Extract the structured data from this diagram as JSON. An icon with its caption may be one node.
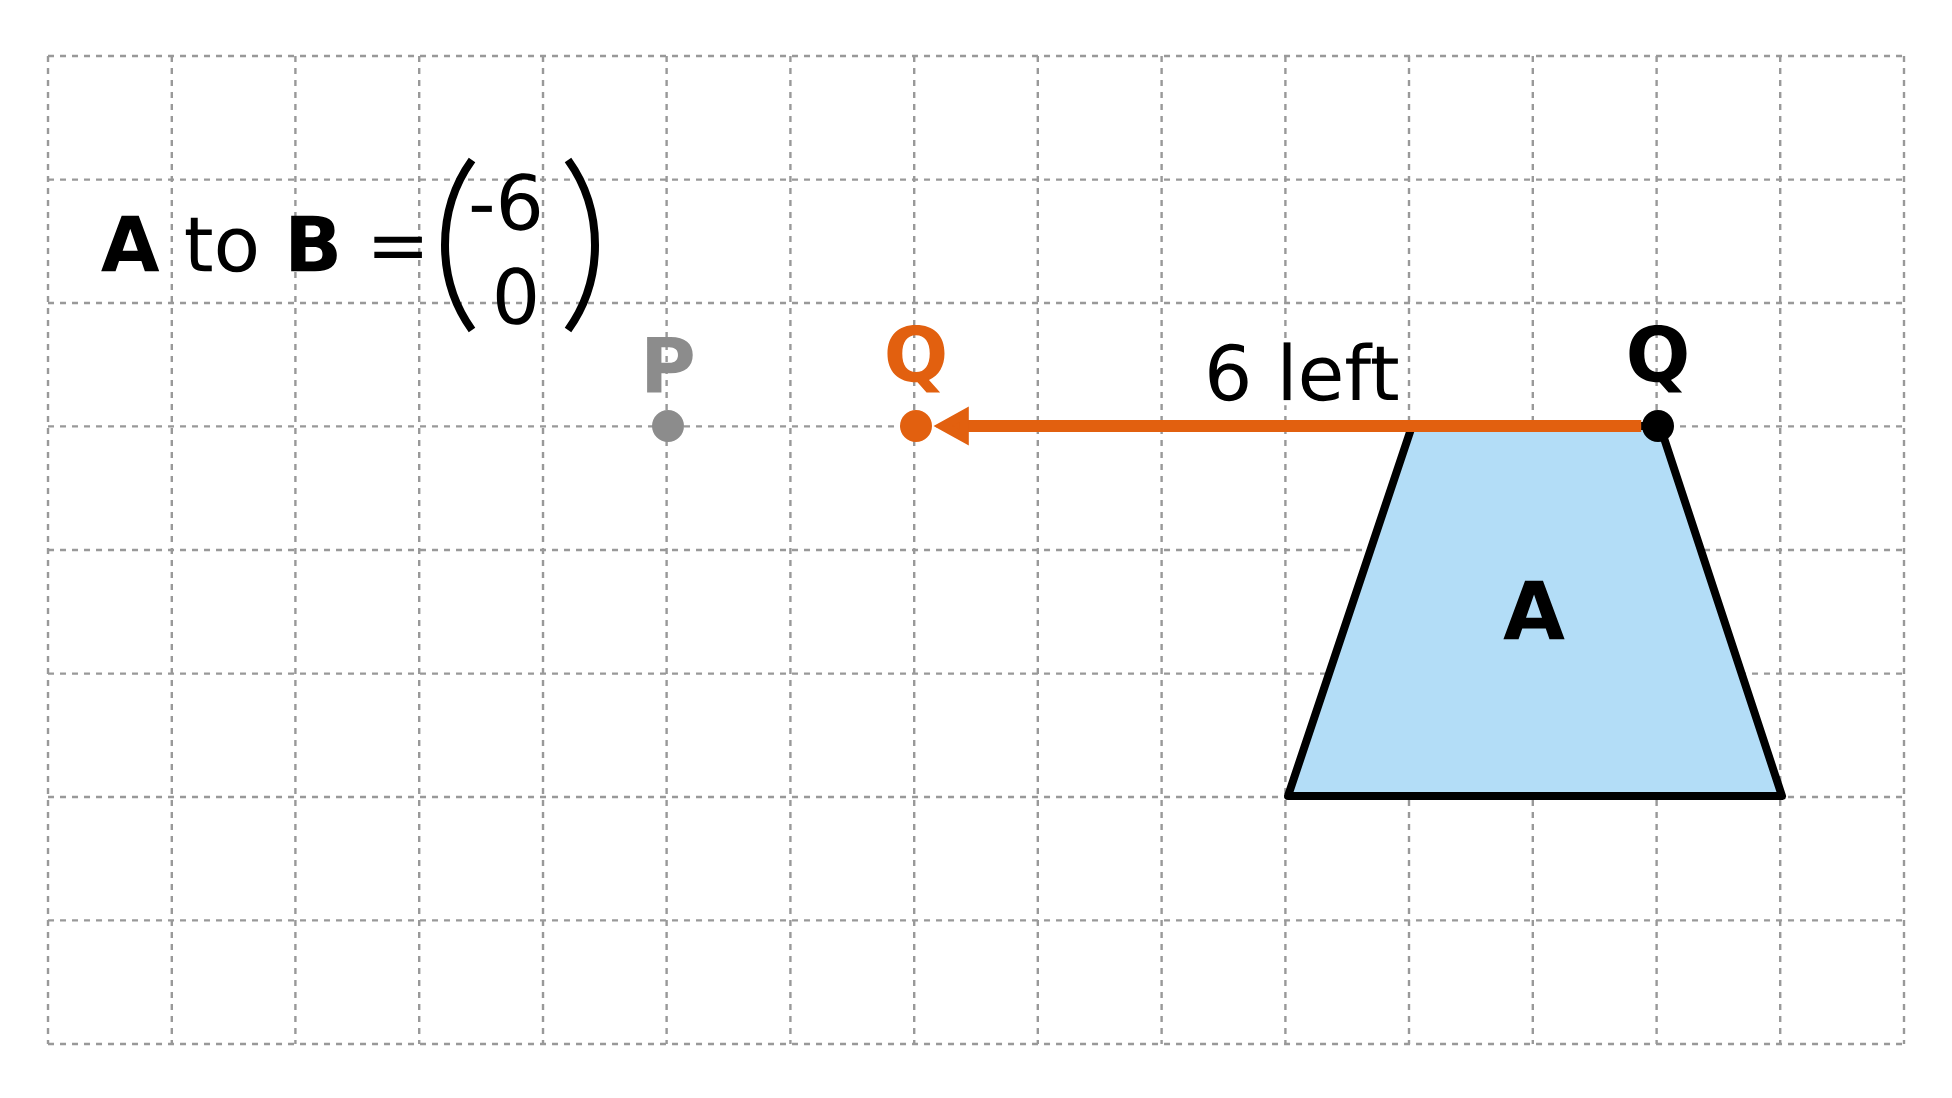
{
  "diagram": {
    "nodes": [
      {
        "text": [
          "A"
        ]
      },
      {
        "text": [
          "P"
        ]
      },
      {
        "text": [
          "Q"
        ]
      },
      {
        "text": [
          "Q"
        ]
      }
    ],
    "edges": [
      {
        "from": 3,
        "to": 2,
        "arrow": "to",
        "label": "6 left",
        "color": "#e2600f"
      }
    ],
    "labels": [
      "**A** to **B** =",
      "-6",
      "0"
    ]
  }
}
